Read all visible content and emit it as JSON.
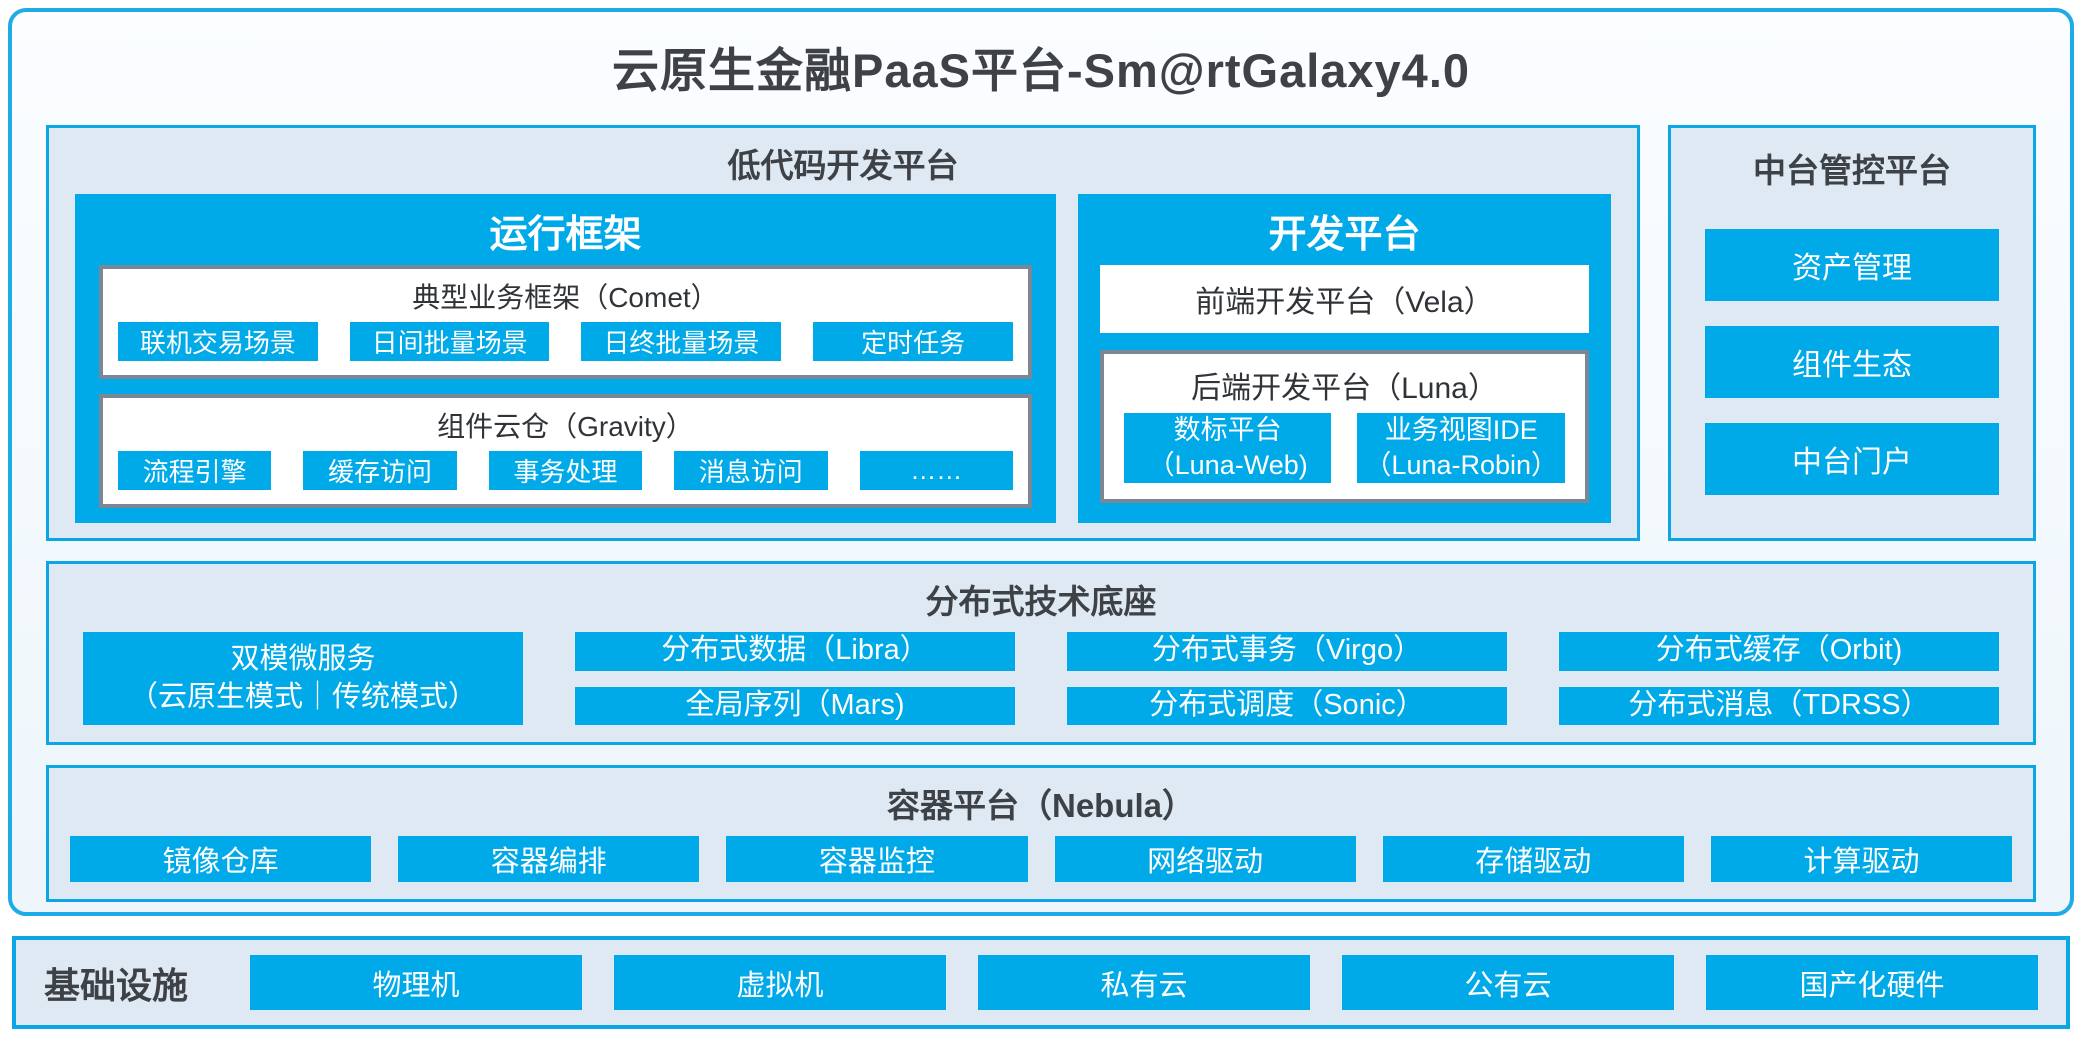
{
  "title": "云原生金融PaaS平台-Sm@rtGalaxy4.0",
  "colors": {
    "accent_blue": "#00a9e8",
    "panel_bg": "#dfe9f3",
    "border_blue": "#0ba6e4",
    "gray_border": "#7c8795",
    "dark_text": "#3e4247"
  },
  "lowcode": {
    "title": "低代码开发平台",
    "runtime": {
      "title": "运行框架",
      "comet": {
        "title": "典型业务框架（Comet）",
        "items": [
          "联机交易场景",
          "日间批量场景",
          "日终批量场景",
          "定时任务"
        ]
      },
      "gravity": {
        "title": "组件云仓（Gravity）",
        "items": [
          "流程引擎",
          "缓存访问",
          "事务处理",
          "消息访问",
          "……"
        ]
      }
    },
    "dev": {
      "title": "开发平台",
      "vela": "前端开发平台（Vela）",
      "luna": {
        "title": "后端开发平台（Luna）",
        "items": [
          {
            "line1": "数标平台",
            "line2": "（Luna-Web)"
          },
          {
            "line1": "业务视图IDE",
            "line2": "（Luna-Robin）"
          }
        ]
      }
    }
  },
  "midplatform": {
    "title": "中台管控平台",
    "items": [
      "资产管理",
      "组件生态",
      "中台门户"
    ]
  },
  "distributed": {
    "title": "分布式技术底座",
    "dual_mode": {
      "line1": "双模微服务",
      "line2": "（云原生模式｜传统模式）"
    },
    "cells": [
      [
        "分布式数据（Libra）",
        "全局序列（Mars)"
      ],
      [
        "分布式事务（Virgo）",
        "分布式调度（Sonic）"
      ],
      [
        "分布式缓存（Orbit)",
        "分布式消息（TDRSS）"
      ]
    ]
  },
  "nebula": {
    "title": "容器平台（Nebula）",
    "items": [
      "镜像仓库",
      "容器编排",
      "容器监控",
      "网络驱动",
      "存储驱动",
      "计算驱动"
    ]
  },
  "infrastructure": {
    "label": "基础设施",
    "items": [
      "物理机",
      "虚拟机",
      "私有云",
      "公有云",
      "国产化硬件"
    ]
  }
}
